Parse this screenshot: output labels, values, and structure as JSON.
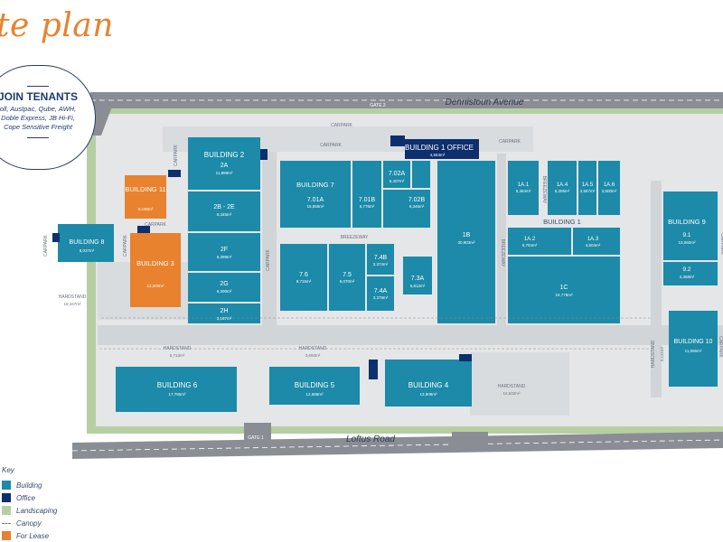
{
  "title": "te plan",
  "tenants": {
    "heading": "JOIN TENANTS",
    "text": "oll, Austpac, Qube, AWH, Doble Express, JB Hi-Fi, Cope Sensitive Freight"
  },
  "roads": {
    "north": "Dennistoun Avenue",
    "south": "Loftus Road",
    "gate_north": "GATE 2",
    "gate_south": "GATE 1"
  },
  "colors": {
    "building": "#1c8aa8",
    "office": "#0e2f6e",
    "landscaping": "#b5cfa3",
    "for_lease": "#e8822e",
    "road": "#8a8e94",
    "pavement": "#dde0e3"
  },
  "buildings": [
    {
      "id": "b2-name",
      "name": "BUILDING 2",
      "area": ""
    },
    {
      "id": "b2a",
      "name": "2A",
      "area": "11,899m²"
    },
    {
      "id": "b2b",
      "name": "2B - 2E",
      "area": "8,345m²"
    },
    {
      "id": "b2f",
      "name": "2F",
      "area": "6,399m²"
    },
    {
      "id": "b2g",
      "name": "2G",
      "area": "6,300m²"
    },
    {
      "id": "b2h",
      "name": "2H",
      "area": "3,187m²"
    },
    {
      "id": "b11",
      "name": "BUILDING 11",
      "area": "9,100m²"
    },
    {
      "id": "b3",
      "name": "BUILDING 3",
      "area": "13,500m²"
    },
    {
      "id": "b8",
      "name": "BUILDING 8",
      "area": "8,037m²"
    },
    {
      "id": "b7-name",
      "name": "BUILDING 7",
      "area": ""
    },
    {
      "id": "b701a",
      "name": "7.01A",
      "area": "15,658m²"
    },
    {
      "id": "b701b",
      "name": "7.01B",
      "area": "6,776m²"
    },
    {
      "id": "b702a",
      "name": "7.02A",
      "area": "5,407m²"
    },
    {
      "id": "b702b",
      "name": "7.02B",
      "area": "6,346m²"
    },
    {
      "id": "b76",
      "name": "7.6",
      "area": "9,716m²"
    },
    {
      "id": "b75",
      "name": "7.5",
      "area": "9,070m²"
    },
    {
      "id": "b74b",
      "name": "7.4B",
      "area": "3,374m²"
    },
    {
      "id": "b74a",
      "name": "7.4A",
      "area": "3,378m²"
    },
    {
      "id": "b73a",
      "name": "7.3A",
      "area": "5,812m²"
    },
    {
      "id": "b1office",
      "name": "BUILDING 1 OFFICE",
      "area": "4,553m²"
    },
    {
      "id": "b1b",
      "name": "1B",
      "area": "30,903m²"
    },
    {
      "id": "b1a1",
      "name": "1A.1",
      "area": "5,364m²"
    },
    {
      "id": "b1a4",
      "name": "1A.4",
      "area": "5,305m²"
    },
    {
      "id": "b1a5",
      "name": "1A.5",
      "area": "3,567m²"
    },
    {
      "id": "b1a6",
      "name": "1A.6",
      "area": "3,600m²"
    },
    {
      "id": "b1-name",
      "name": "BUILDING 1",
      "area": ""
    },
    {
      "id": "b1a2",
      "name": "1A.2",
      "area": "6,704m²"
    },
    {
      "id": "b1a3",
      "name": "1A.3",
      "area": "4,504m²"
    },
    {
      "id": "b1c",
      "name": "1C",
      "area": "24,776m²"
    },
    {
      "id": "b9",
      "name": "BUILDING 9",
      "area": ""
    },
    {
      "id": "b91",
      "name": "9.1",
      "area": "13,060m²"
    },
    {
      "id": "b92",
      "name": "9.2",
      "area": "4,358m²"
    },
    {
      "id": "b10",
      "name": "BUILDING 10",
      "area": "11,066m²"
    },
    {
      "id": "b6",
      "name": "BUILDING 6",
      "area": "17,785m²"
    },
    {
      "id": "b5",
      "name": "BUILDING 5",
      "area": "12,688m²"
    },
    {
      "id": "b4",
      "name": "BUILDING 4",
      "area": "13,909m²"
    }
  ],
  "labels": {
    "carpark": "CARPARK",
    "breezeway": "BREEZEWAY",
    "hardstand": "HARDSTAND",
    "hardstand_west": "19,347m²",
    "hardstand_b6": "5,713m²",
    "hardstand_b5": "3,650m²",
    "hardstand_east": "16,632m²",
    "hardstand_b10": "3,141m²"
  },
  "key": {
    "title": "Key",
    "items": [
      {
        "label": "Building",
        "type": "building"
      },
      {
        "label": "Office",
        "type": "office"
      },
      {
        "label": "Landscaping",
        "type": "landscaping"
      },
      {
        "label": "Canopy",
        "type": "canopy"
      },
      {
        "label": "For Lease",
        "type": "for_lease"
      }
    ]
  }
}
